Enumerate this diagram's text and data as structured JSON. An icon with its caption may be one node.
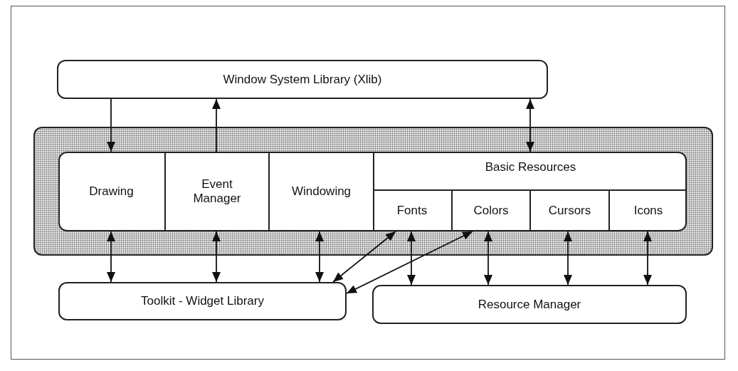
{
  "diagram": {
    "nodes": [
      {
        "text": [
          "Window System Library (Xlib)"
        ]
      },
      {
        "text": [],
        "shape": "box"
      },
      {
        "text": [],
        "shape": "box",
        "in": 1
      },
      {
        "text": [
          "Drawing"
        ],
        "in": 2
      },
      {
        "text": [
          "Event Manager"
        ],
        "in": 2
      },
      {
        "text": [
          "Windowing"
        ],
        "in": 2
      },
      {
        "text": [
          "Basic Resources"
        ],
        "in": 2
      },
      {
        "text": [
          "Fonts"
        ],
        "in": 6
      },
      {
        "text": [
          "Colors"
        ],
        "in": 6
      },
      {
        "text": [
          "Cursors"
        ],
        "in": 6
      },
      {
        "text": [
          "Icons"
        ],
        "in": 6
      },
      {
        "text": [
          "Toolkit - Widget Library"
        ]
      },
      {
        "text": [
          "Resource Manager"
        ]
      }
    ],
    "edges": [
      {
        "from": 0,
        "to": 3,
        "arrow": "to"
      },
      {
        "from": 4,
        "to": 0,
        "arrow": "to"
      },
      {
        "from": 0,
        "to": 6,
        "arrow": "both"
      },
      {
        "from": 3,
        "to": 11,
        "arrow": "both"
      },
      {
        "from": 4,
        "to": 11,
        "arrow": "both"
      },
      {
        "from": 5,
        "to": 11,
        "arrow": "both"
      },
      {
        "from": 7,
        "to": 11,
        "arrow": "both"
      },
      {
        "from": 8,
        "to": 11,
        "arrow": "both"
      },
      {
        "from": 7,
        "to": 12,
        "arrow": "both"
      },
      {
        "from": 8,
        "to": 12,
        "arrow": "both"
      },
      {
        "from": 9,
        "to": 12,
        "arrow": "both"
      },
      {
        "from": 10,
        "to": 12,
        "arrow": "both"
      }
    ]
  }
}
